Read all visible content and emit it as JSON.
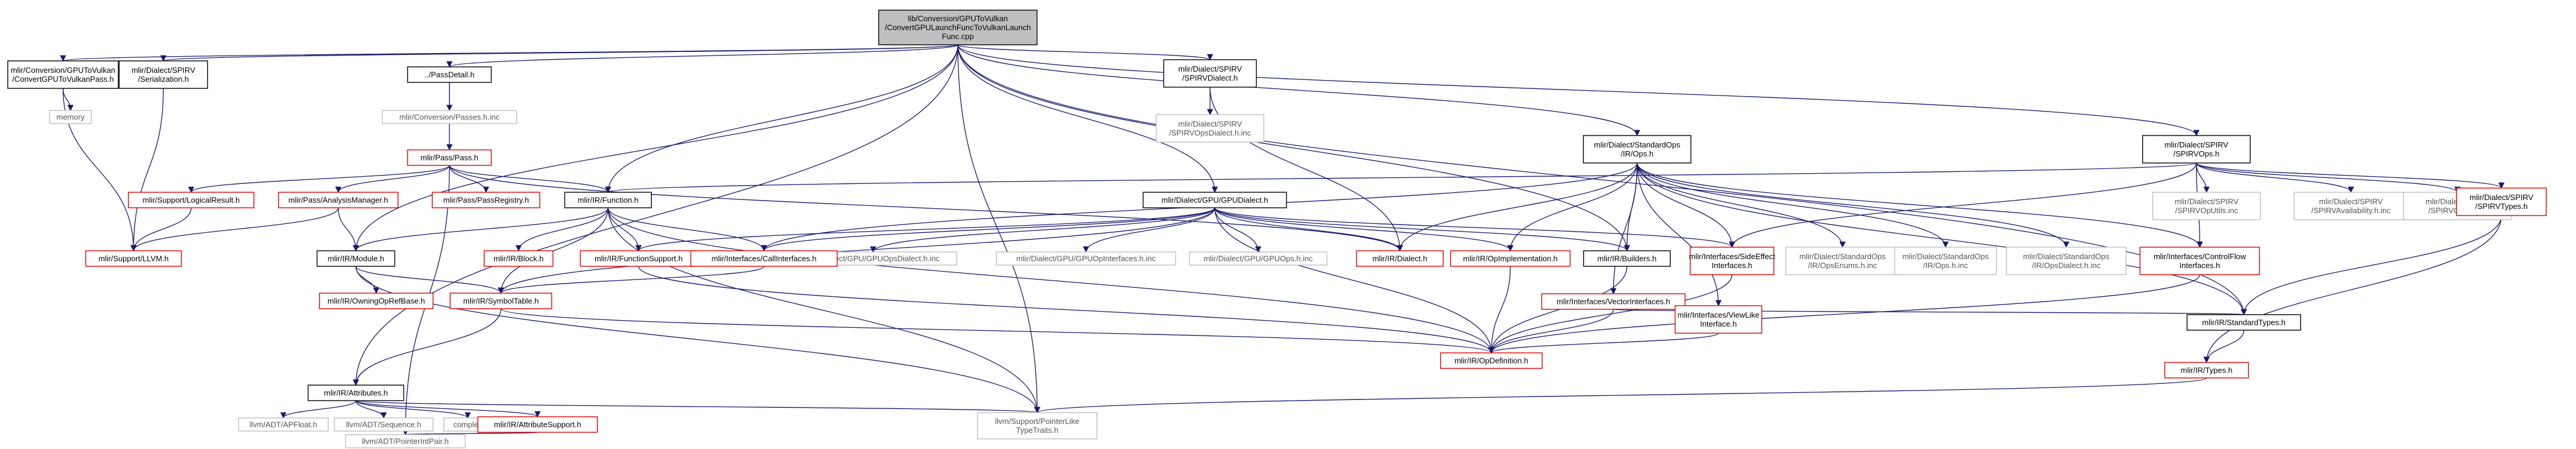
{
  "nodes": [
    {
      "id": "root",
      "lines": [
        "lib/Conversion/GPUToVulkan",
        "/ConvertGPULaunchFuncToVulkanLaunch",
        "Func.cpp"
      ],
      "style": "gray"
    },
    {
      "id": "convPass",
      "lines": [
        "mlir/Conversion/GPUToVulkan",
        "/ConvertGPUToVulkanPass.h"
      ],
      "style": "plain"
    },
    {
      "id": "spirvSer",
      "lines": [
        "mlir/Dialect/SPIRV",
        "/Serialization.h"
      ],
      "style": "plain"
    },
    {
      "id": "memory",
      "lines": [
        "memory"
      ],
      "style": "ext"
    },
    {
      "id": "passDetail",
      "lines": [
        "../PassDetail.h"
      ],
      "style": "plain"
    },
    {
      "id": "passesInc",
      "lines": [
        "mlir/Conversion/Passes.h.inc"
      ],
      "style": "ext"
    },
    {
      "id": "pass",
      "lines": [
        "mlir/Pass/Pass.h"
      ],
      "style": "red"
    },
    {
      "id": "logical",
      "lines": [
        "mlir/Support/LogicalResult.h"
      ],
      "style": "red"
    },
    {
      "id": "analysis",
      "lines": [
        "mlir/Pass/AnalysisManager.h"
      ],
      "style": "red"
    },
    {
      "id": "registry",
      "lines": [
        "mlir/Pass/PassRegistry.h"
      ],
      "style": "red"
    },
    {
      "id": "llvm",
      "lines": [
        "mlir/Support/LLVM.h"
      ],
      "style": "red"
    },
    {
      "id": "function",
      "lines": [
        "mlir/IR/Function.h"
      ],
      "style": "plain"
    },
    {
      "id": "block",
      "lines": [
        "mlir/IR/Block.h"
      ],
      "style": "red"
    },
    {
      "id": "funcSupport",
      "lines": [
        "mlir/IR/FunctionSupport.h"
      ],
      "style": "red"
    },
    {
      "id": "module",
      "lines": [
        "mlir/IR/Module.h"
      ],
      "style": "plain"
    },
    {
      "id": "owning",
      "lines": [
        "mlir/IR/OwningOpRefBase.h"
      ],
      "style": "red"
    },
    {
      "id": "symbol",
      "lines": [
        "mlir/IR/SymbolTable.h"
      ],
      "style": "red"
    },
    {
      "id": "attributes",
      "lines": [
        "mlir/IR/Attributes.h"
      ],
      "style": "plain"
    },
    {
      "id": "apfloat",
      "lines": [
        "llvm/ADT/APFloat.h"
      ],
      "style": "ext"
    },
    {
      "id": "sequence",
      "lines": [
        "llvm/ADT/Sequence.h"
      ],
      "style": "ext"
    },
    {
      "id": "complex",
      "lines": [
        "complex"
      ],
      "style": "ext"
    },
    {
      "id": "attrSupport",
      "lines": [
        "mlir/IR/AttributeSupport.h"
      ],
      "style": "red"
    },
    {
      "id": "pip",
      "lines": [
        "llvm/ADT/PointerIntPair.h"
      ],
      "style": "ext"
    },
    {
      "id": "ptrlike",
      "lines": [
        "llvm/Support/PointerLike",
        "TypeTraits.h"
      ],
      "style": "ext"
    },
    {
      "id": "spirvDialect",
      "lines": [
        "mlir/Dialect/SPIRV",
        "/SPIRVDialect.h"
      ],
      "style": "plain"
    },
    {
      "id": "spirvOpsDialectInc",
      "lines": [
        "mlir/Dialect/SPIRV",
        "/SPIRVOpsDialect.h.inc"
      ],
      "style": "ext"
    },
    {
      "id": "gpuDialect",
      "lines": [
        "mlir/Dialect/GPU/GPUDialect.h"
      ],
      "style": "plain"
    },
    {
      "id": "gpuOpsDialectInc",
      "lines": [
        "mlir/Dialect/GPU/GPUOpsDialect.h.inc"
      ],
      "style": "ext"
    },
    {
      "id": "gpuOpInterfacesInc",
      "lines": [
        "mlir/Dialect/GPU/GPUOpInterfaces.h.inc"
      ],
      "style": "ext"
    },
    {
      "id": "gpuOpsInc",
      "lines": [
        "mlir/Dialect/GPU/GPUOps.h.inc"
      ],
      "style": "ext"
    },
    {
      "id": "callIf",
      "lines": [
        "mlir/Interfaces/CallInterfaces.h"
      ],
      "style": "red"
    },
    {
      "id": "dialect",
      "lines": [
        "mlir/IR/Dialect.h"
      ],
      "style": "red"
    },
    {
      "id": "opImpl",
      "lines": [
        "mlir/IR/OpImplementation.h"
      ],
      "style": "red"
    },
    {
      "id": "builders",
      "lines": [
        "mlir/IR/Builders.h"
      ],
      "style": "plain"
    },
    {
      "id": "sideEffect",
      "lines": [
        "mlir/Interfaces/SideEffect",
        "Interfaces.h"
      ],
      "style": "red"
    },
    {
      "id": "opDef",
      "lines": [
        "mlir/IR/OpDefinition.h"
      ],
      "style": "red"
    },
    {
      "id": "stdOps",
      "lines": [
        "mlir/Dialect/StandardOps",
        "/IR/Ops.h"
      ],
      "style": "plain"
    },
    {
      "id": "vectorIf",
      "lines": [
        "mlir/Interfaces/VectorInterfaces.h"
      ],
      "style": "red"
    },
    {
      "id": "viewLike",
      "lines": [
        "mlir/Interfaces/ViewLike",
        "Interface.h"
      ],
      "style": "red"
    },
    {
      "id": "opsEnumsInc",
      "lines": [
        "mlir/Dialect/StandardOps",
        "/IR/OpsEnums.h.inc"
      ],
      "style": "ext"
    },
    {
      "id": "opsInc",
      "lines": [
        "mlir/Dialect/StandardOps",
        "/IR/Ops.h.inc"
      ],
      "style": "ext"
    },
    {
      "id": "opsDialectInc",
      "lines": [
        "mlir/Dialect/StandardOps",
        "/IR/OpsDialect.h.inc"
      ],
      "style": "ext"
    },
    {
      "id": "controlFlow",
      "lines": [
        "mlir/Interfaces/ControlFlow",
        "Interfaces.h"
      ],
      "style": "red"
    },
    {
      "id": "stdTypes",
      "lines": [
        "mlir/IR/StandardTypes.h"
      ],
      "style": "plain"
    },
    {
      "id": "types",
      "lines": [
        "mlir/IR/Types.h"
      ],
      "style": "red"
    },
    {
      "id": "spirvOps",
      "lines": [
        "mlir/Dialect/SPIRV",
        "/SPIRVOps.h"
      ],
      "style": "plain"
    },
    {
      "id": "spirvOpUtilsInc",
      "lines": [
        "mlir/Dialect/SPIRV",
        "/SPIRVOpUtils.inc"
      ],
      "style": "ext"
    },
    {
      "id": "spirvAvailInc",
      "lines": [
        "mlir/Dialect/SPIRV",
        "/SPIRVAvailability.h.inc"
      ],
      "style": "ext"
    },
    {
      "id": "spirvOpsInc",
      "lines": [
        "mlir/Dialect/SPIRV",
        "/SPIRVOps.h.inc"
      ],
      "style": "ext"
    },
    {
      "id": "spirvTypes",
      "lines": [
        "mlir/Dialect/SPIRV",
        "/SPIRVTypes.h"
      ],
      "style": "red"
    }
  ],
  "edges": [
    [
      "root",
      "convPass"
    ],
    [
      "root",
      "spirvSer"
    ],
    [
      "root",
      "passDetail"
    ],
    [
      "root",
      "function"
    ],
    [
      "root",
      "module"
    ],
    [
      "root",
      "attributes"
    ],
    [
      "root",
      "spirvDialect"
    ],
    [
      "root",
      "gpuDialect"
    ],
    [
      "root",
      "builders"
    ],
    [
      "root",
      "stdOps"
    ],
    [
      "root",
      "spirvOps"
    ],
    [
      "root",
      "stdTypes"
    ],
    [
      "root",
      "ptrlike"
    ],
    [
      "convPass",
      "memory"
    ],
    [
      "convPass",
      "llvm"
    ],
    [
      "spirvSer",
      "llvm"
    ],
    [
      "passDetail",
      "passesInc"
    ],
    [
      "passDetail",
      "pass"
    ],
    [
      "pass",
      "logical"
    ],
    [
      "pass",
      "analysis"
    ],
    [
      "pass",
      "registry"
    ],
    [
      "pass",
      "function"
    ],
    [
      "pass",
      "pip"
    ],
    [
      "pass",
      "dialect"
    ],
    [
      "logical",
      "llvm"
    ],
    [
      "analysis",
      "llvm"
    ],
    [
      "analysis",
      "module"
    ],
    [
      "function",
      "block"
    ],
    [
      "function",
      "funcSupport"
    ],
    [
      "function",
      "module"
    ],
    [
      "function",
      "callIf"
    ],
    [
      "function",
      "symbol"
    ],
    [
      "function",
      "ptrlike"
    ],
    [
      "function",
      "opDef"
    ],
    [
      "funcSupport",
      "opDef"
    ],
    [
      "module",
      "owning"
    ],
    [
      "module",
      "symbol"
    ],
    [
      "module",
      "ptrlike"
    ],
    [
      "symbol",
      "attributes"
    ],
    [
      "symbol",
      "opDef"
    ],
    [
      "attributes",
      "apfloat"
    ],
    [
      "attributes",
      "sequence"
    ],
    [
      "attributes",
      "complex"
    ],
    [
      "attributes",
      "attrSupport"
    ],
    [
      "attributes",
      "ptrlike"
    ],
    [
      "attrSupport",
      "pip"
    ],
    [
      "spirvDialect",
      "spirvOpsDialectInc"
    ],
    [
      "spirvDialect",
      "dialect"
    ],
    [
      "gpuDialect",
      "gpuOpsDialectInc"
    ],
    [
      "gpuDialect",
      "gpuOpInterfacesInc"
    ],
    [
      "gpuDialect",
      "gpuOpsInc"
    ],
    [
      "gpuDialect",
      "callIf"
    ],
    [
      "gpuDialect",
      "dialect"
    ],
    [
      "gpuDialect",
      "opImpl"
    ],
    [
      "gpuDialect",
      "builders"
    ],
    [
      "gpuDialect",
      "sideEffect"
    ],
    [
      "gpuDialect",
      "symbol"
    ],
    [
      "gpuDialect",
      "opDef"
    ],
    [
      "gpuDialect",
      "funcSupport"
    ],
    [
      "callIf",
      "symbol"
    ],
    [
      "opImpl",
      "opDef"
    ],
    [
      "builders",
      "opDef"
    ],
    [
      "sideEffect",
      "opDef"
    ],
    [
      "stdOps",
      "callIf"
    ],
    [
      "stdOps",
      "dialect"
    ],
    [
      "stdOps",
      "opImpl"
    ],
    [
      "stdOps",
      "builders"
    ],
    [
      "stdOps",
      "sideEffect"
    ],
    [
      "stdOps",
      "vectorIf"
    ],
    [
      "stdOps",
      "viewLike"
    ],
    [
      "stdOps",
      "opsEnumsInc"
    ],
    [
      "stdOps",
      "opsInc"
    ],
    [
      "stdOps",
      "opsDialectInc"
    ],
    [
      "stdOps",
      "controlFlow"
    ],
    [
      "stdOps",
      "stdTypes"
    ],
    [
      "vectorIf",
      "opDef"
    ],
    [
      "vectorIf",
      "stdTypes"
    ],
    [
      "viewLike",
      "opDef"
    ],
    [
      "controlFlow",
      "opDef"
    ],
    [
      "stdTypes",
      "types"
    ],
    [
      "types",
      "ptrlike"
    ],
    [
      "spirvOps",
      "function"
    ],
    [
      "spirvOps",
      "sideEffect"
    ],
    [
      "spirvOps",
      "controlFlow"
    ],
    [
      "spirvOps",
      "spirvOpUtilsInc"
    ],
    [
      "spirvOps",
      "spirvAvailInc"
    ],
    [
      "spirvOps",
      "spirvOpsInc"
    ],
    [
      "spirvOps",
      "spirvTypes"
    ],
    [
      "spirvTypes",
      "stdTypes"
    ],
    [
      "spirvTypes",
      "types"
    ]
  ],
  "colors": {
    "edge": "#191970",
    "gray_fill": "#bfbfbf",
    "red_border": "#e00000",
    "ext_border": "#bfbfbf",
    "ext_text": "#555555"
  }
}
